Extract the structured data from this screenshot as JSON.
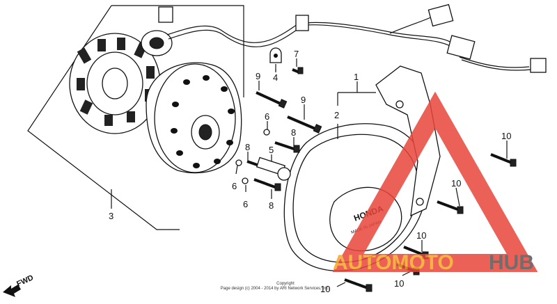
{
  "callouts": {
    "c1": "1",
    "c2": "2",
    "c3": "3",
    "c4": "4",
    "c5": "5",
    "c6a": "6",
    "c6b": "6",
    "c6c": "6",
    "c7": "7",
    "c8a": "8",
    "c8b": "8",
    "c8c": "8",
    "c9a": "9",
    "c9b": "9",
    "c10a": "10",
    "c10b": "10",
    "c10c": "10",
    "c10d": "10",
    "c10e": "10"
  },
  "cover_text": {
    "brand": "HONDA",
    "origin": "MADE IN JAPAN"
  },
  "direction": {
    "label": "FWD"
  },
  "copyright": {
    "line1": "Copyright",
    "line2": "Page design (c) 2004 - 2014 by ARI Network Services, Inc."
  },
  "watermark": {
    "part1": "AUTOMOTO",
    "part2": "HUB",
    "color_triangle": "#e8463c",
    "color_text1": "#f5a623",
    "color_text2": "#555555"
  }
}
